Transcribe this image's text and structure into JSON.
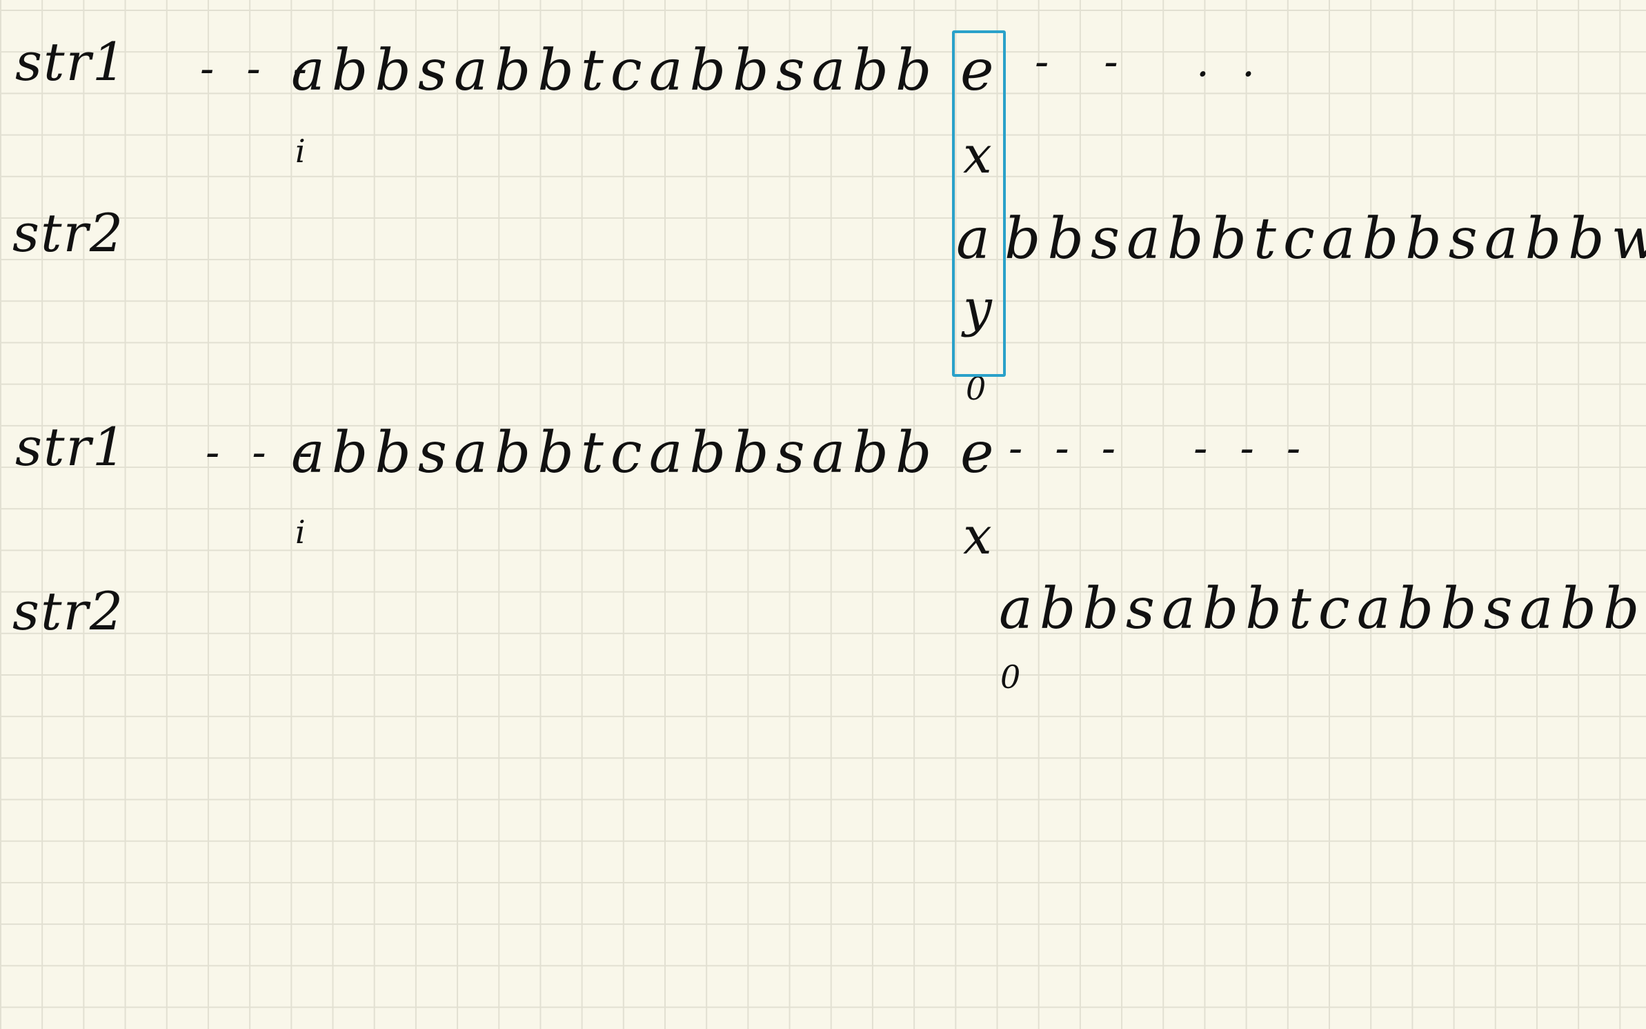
{
  "top_diagram": {
    "str1_label": "str1",
    "str1_prefix_dots": "- - -",
    "str1_sequence": "abbsabbtcabbsabb",
    "str1_highlight_char": "e",
    "str1_trailing_dots": "-  -   . .",
    "str1_index_i": "i",
    "highlight_char_x": "x",
    "str2_label": "str2",
    "str2_first_char": "a",
    "str2_sequence": "bbsabbtcabbsabbw",
    "highlight_char_y": "y",
    "str2_index_zero": "0"
  },
  "bottom_diagram": {
    "str1_label": "str1",
    "str1_prefix_dots": "- - -",
    "str1_sequence": "abbsabbtcabbsabb",
    "str1_highlight_char": "e",
    "str1_trailing_dots": "- - -   - - -",
    "str1_index_i": "i",
    "mismatch_char_x": "x",
    "str2_label": "str2",
    "str2_sequence": "abbsabbtcabbsabb",
    "str2_index_zero": "0"
  },
  "colors": {
    "paper": "#f9f7ea",
    "grid": "#e2e0d2",
    "ink": "#111111",
    "highlight": "#2aa1c9"
  }
}
